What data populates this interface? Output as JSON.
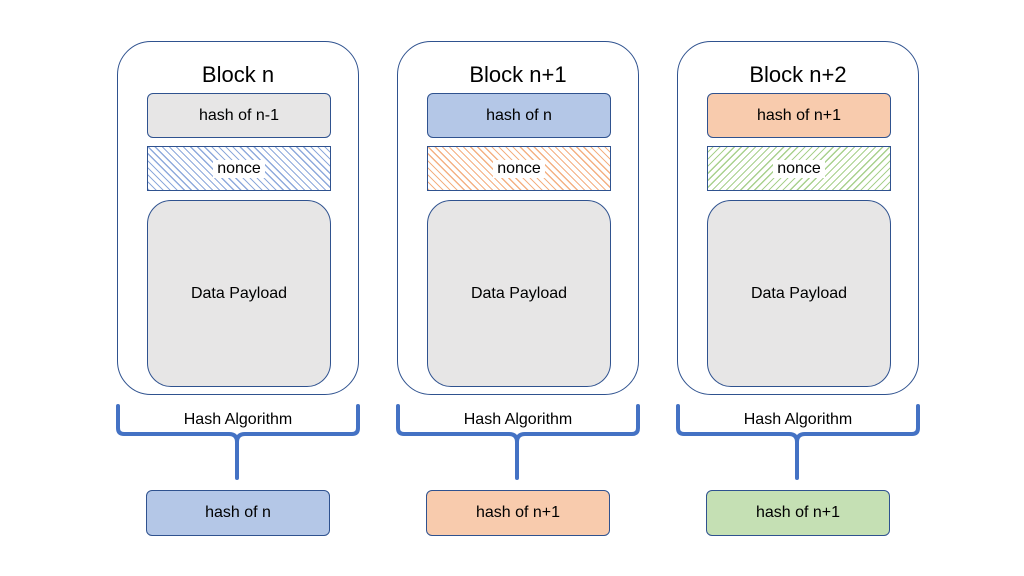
{
  "blocks": [
    {
      "title": "Block n",
      "prev_hash": "hash of n-1",
      "nonce": "nonce",
      "payload": "Data Payload",
      "hash_algorithm": "Hash Algorithm",
      "output_hash": "hash of n"
    },
    {
      "title": "Block n+1",
      "prev_hash": "hash of n",
      "nonce": "nonce",
      "payload": "Data Payload",
      "hash_algorithm": "Hash Algorithm",
      "output_hash": "hash of n+1"
    },
    {
      "title": "Block n+2",
      "prev_hash": "hash of n+1",
      "nonce": "nonce",
      "payload": "Data Payload",
      "hash_algorithm": "Hash Algorithm",
      "output_hash": "hash of n+1"
    }
  ],
  "colors": {
    "outline": "#2f528f",
    "brace": "#4472c4",
    "gray": "#e7e6e6",
    "blue": "#b4c7e7",
    "orange": "#f8cbad",
    "green": "#c5e0b4",
    "hatch_blue": "#8faadc",
    "hatch_orange": "#f4b183",
    "hatch_green": "#a9d18e"
  }
}
